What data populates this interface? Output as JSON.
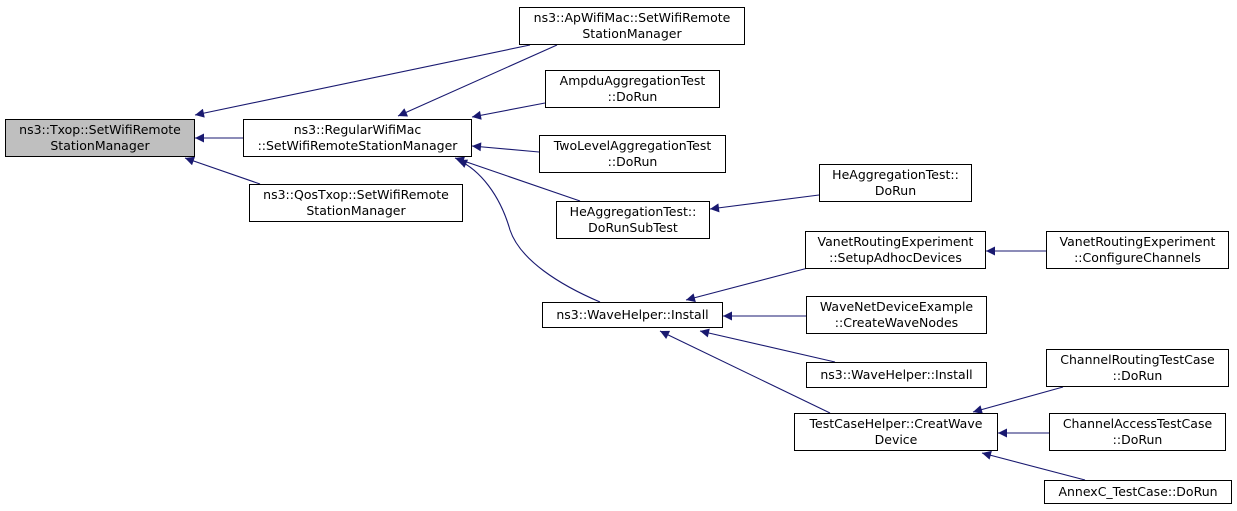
{
  "colors": {
    "edge": "#191970",
    "root_fill": "#bfbfbf",
    "node_fill": "#ffffff",
    "border": "#000000"
  },
  "nodes": [
    {
      "id": "txop",
      "lines": [
        "ns3::Txop::SetWifiRemote",
        "StationManager"
      ],
      "root": true
    },
    {
      "id": "regmac",
      "lines": [
        "ns3::RegularWifiMac",
        "::SetWifiRemoteStationManager"
      ]
    },
    {
      "id": "qostxop",
      "lines": [
        "ns3::QosTxop::SetWifiRemote",
        "StationManager"
      ]
    },
    {
      "id": "apmac",
      "lines": [
        "ns3::ApWifiMac::SetWifiRemote",
        "StationManager"
      ]
    },
    {
      "id": "ampdu",
      "lines": [
        "AmpduAggregationTest",
        "::DoRun"
      ]
    },
    {
      "id": "twolevel",
      "lines": [
        "TwoLevelAggregationTest",
        "::DoRun"
      ]
    },
    {
      "id": "hesub",
      "lines": [
        "HeAggregationTest::",
        "DoRunSubTest"
      ]
    },
    {
      "id": "herun",
      "lines": [
        "HeAggregationTest::",
        "DoRun"
      ]
    },
    {
      "id": "wavehelper",
      "lines": [
        "ns3::WaveHelper::Install"
      ]
    },
    {
      "id": "vanetsetup",
      "lines": [
        "VanetRoutingExperiment",
        "::SetupAdhocDevices"
      ]
    },
    {
      "id": "vanetconf",
      "lines": [
        "VanetRoutingExperiment",
        "::ConfigureChannels"
      ]
    },
    {
      "id": "wavenet",
      "lines": [
        "WaveNetDeviceExample",
        "::CreateWaveNodes"
      ]
    },
    {
      "id": "wavehelper2",
      "lines": [
        "ns3::WaveHelper::Install"
      ]
    },
    {
      "id": "testcase",
      "lines": [
        "TestCaseHelper::CreatWave",
        "Device"
      ]
    },
    {
      "id": "chanrouting",
      "lines": [
        "ChannelRoutingTestCase",
        "::DoRun"
      ]
    },
    {
      "id": "chanaccess",
      "lines": [
        "ChannelAccessTestCase",
        "::DoRun"
      ]
    },
    {
      "id": "annexc",
      "lines": [
        "AnnexC_TestCase::DoRun"
      ]
    }
  ],
  "edges": [
    [
      "apmac",
      "txop"
    ],
    [
      "regmac",
      "txop"
    ],
    [
      "qostxop",
      "txop"
    ],
    [
      "apmac",
      "regmac"
    ],
    [
      "ampdu",
      "regmac"
    ],
    [
      "twolevel",
      "regmac"
    ],
    [
      "hesub",
      "regmac"
    ],
    [
      "wavehelper",
      "regmac"
    ],
    [
      "herun",
      "hesub"
    ],
    [
      "vanetsetup",
      "wavehelper"
    ],
    [
      "wavenet",
      "wavehelper"
    ],
    [
      "wavehelper2",
      "wavehelper"
    ],
    [
      "testcase",
      "wavehelper"
    ],
    [
      "vanetconf",
      "vanetsetup"
    ],
    [
      "chanrouting",
      "testcase"
    ],
    [
      "chanaccess",
      "testcase"
    ],
    [
      "annexc",
      "testcase"
    ]
  ]
}
